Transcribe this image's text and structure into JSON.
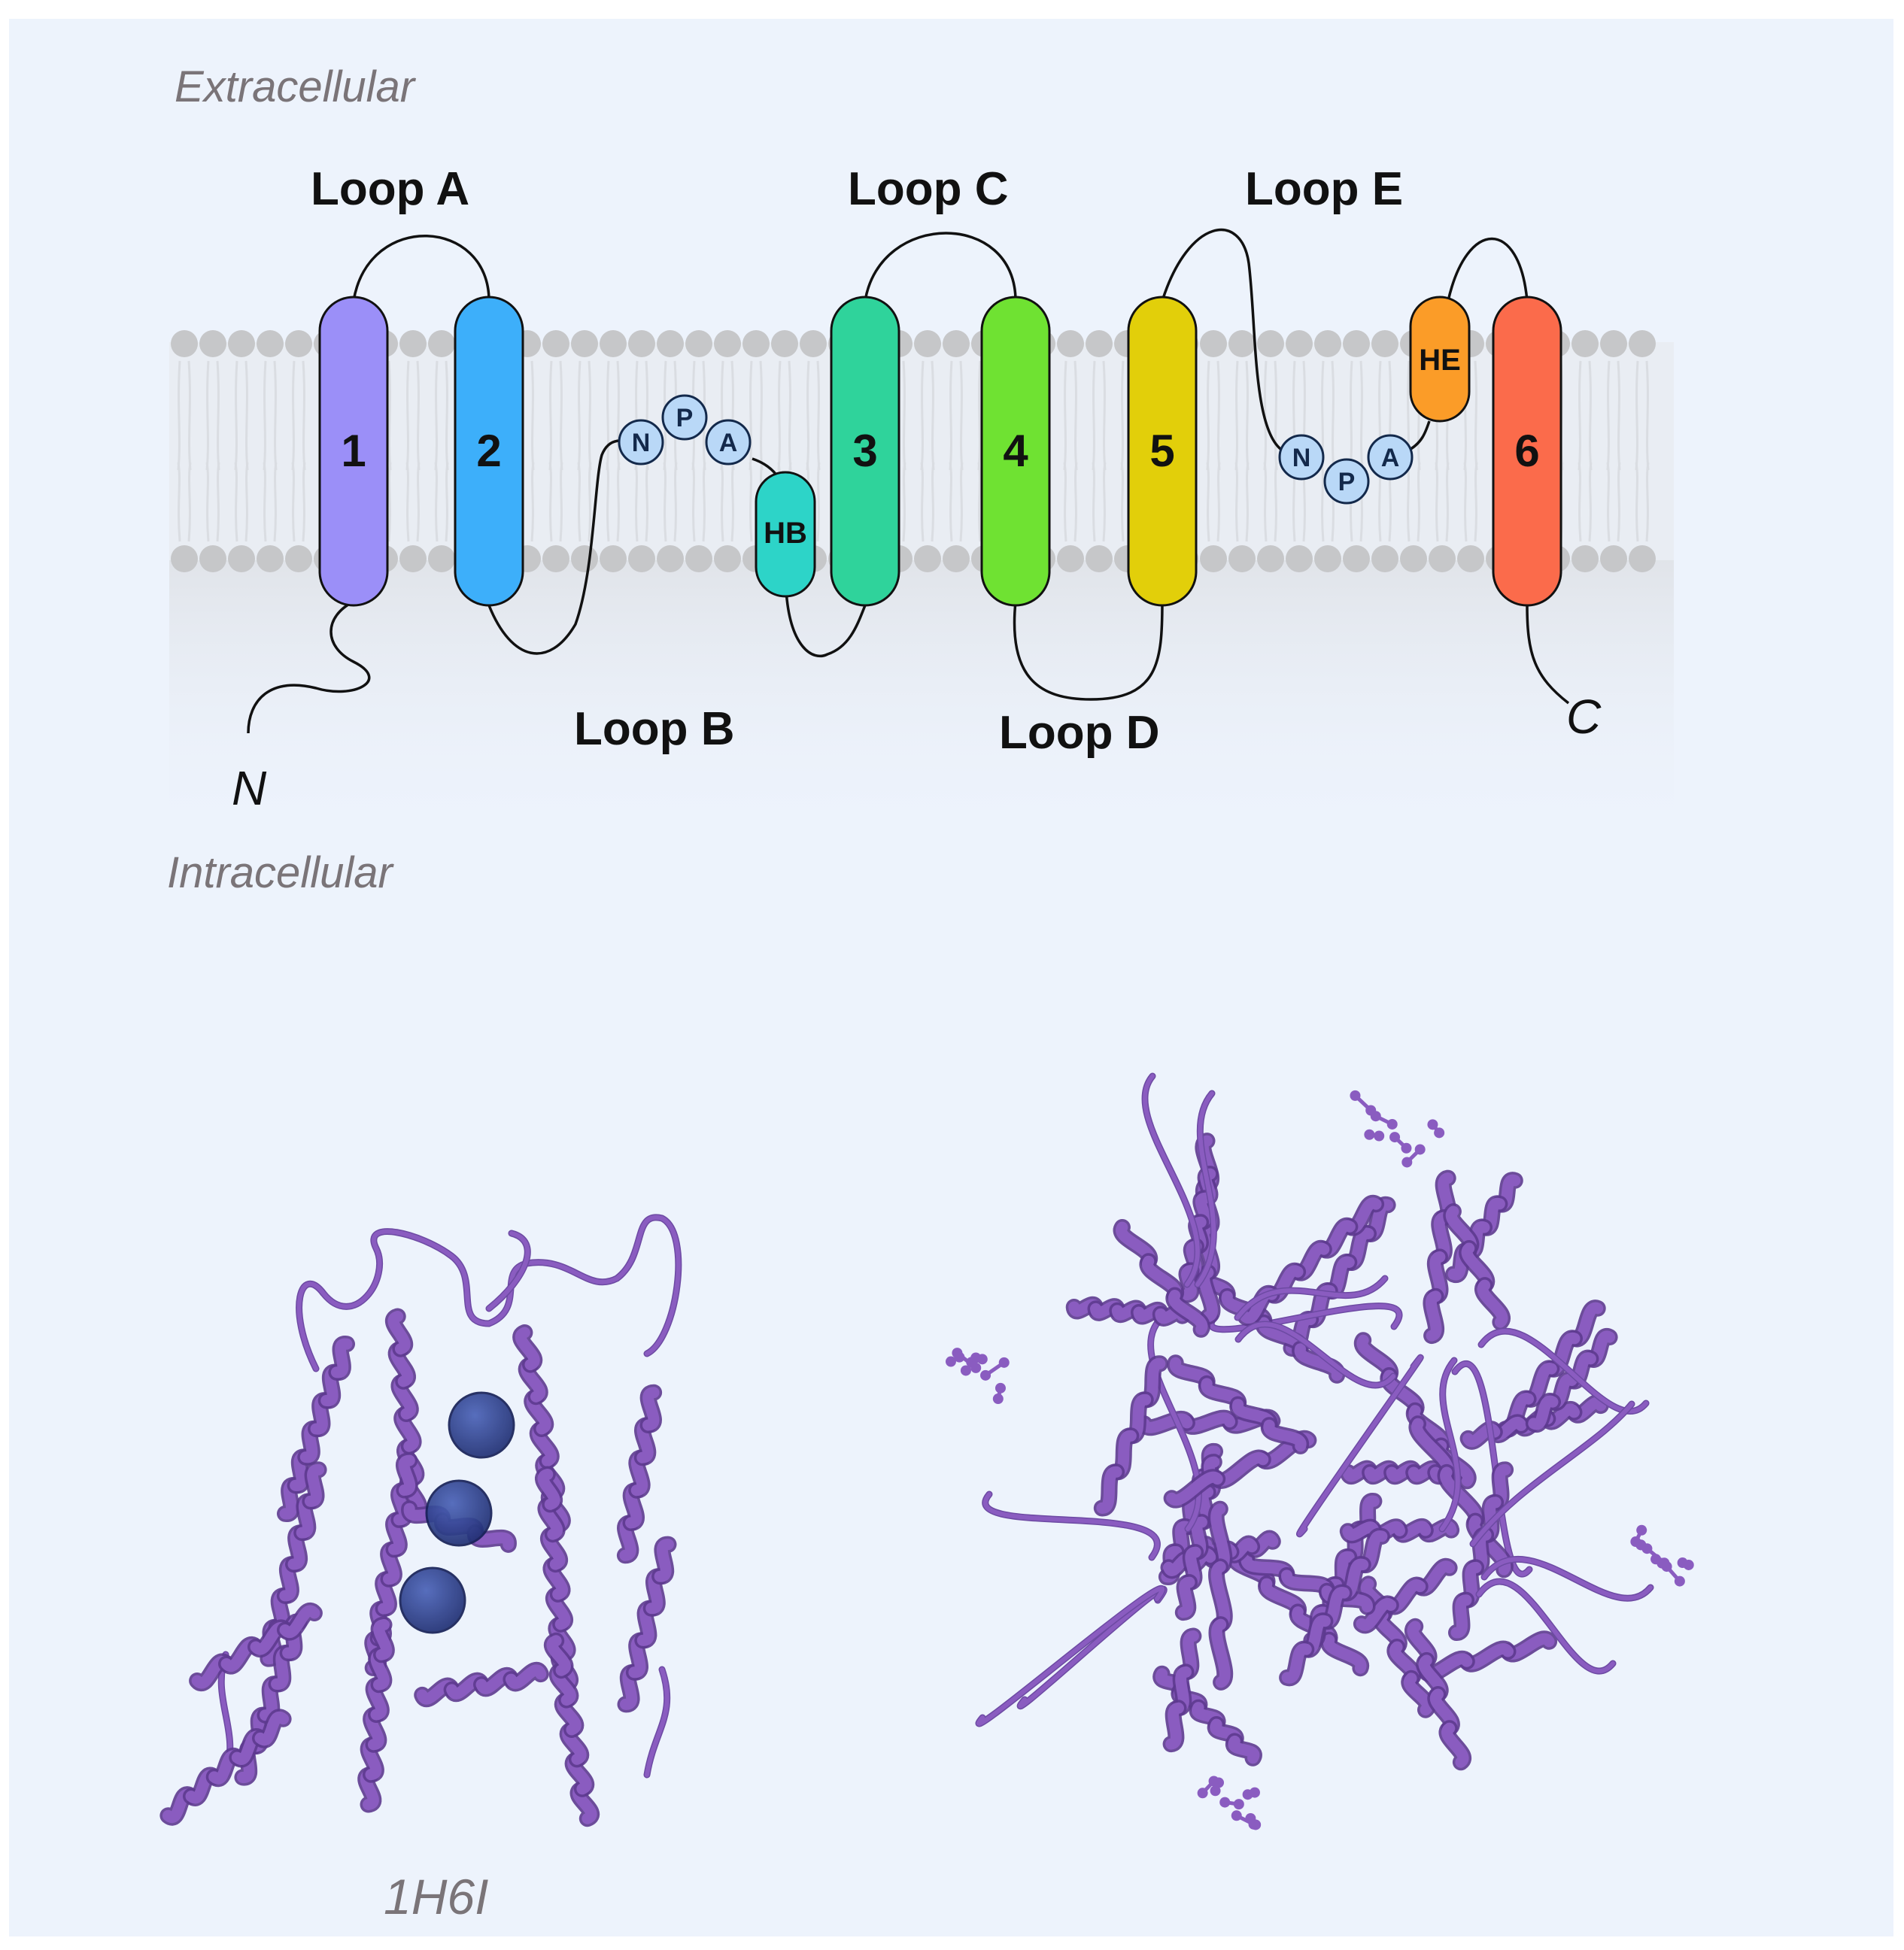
{
  "regions": {
    "extracellular": "Extracellular",
    "intracellular": "Intracellular"
  },
  "termini": {
    "n": "N",
    "c": "C"
  },
  "loops": {
    "a": "Loop A",
    "b": "Loop B",
    "c": "Loop C",
    "d": "Loop D",
    "e": "Loop E"
  },
  "helices": [
    {
      "label": "1",
      "color": "#9b8ff8"
    },
    {
      "label": "2",
      "color": "#3daffa"
    },
    {
      "label": "3",
      "color": "#2fd39b"
    },
    {
      "label": "4",
      "color": "#6fe232"
    },
    {
      "label": "5",
      "color": "#e2cf0a"
    },
    {
      "label": "6",
      "color": "#fb6b4b"
    }
  ],
  "half_helices": {
    "hb": {
      "label": "HB",
      "color": "#2dd4c8"
    },
    "he": {
      "label": "HE",
      "color": "#fb9c28"
    }
  },
  "npa_motif": {
    "n": "N",
    "p": "P",
    "a": "A",
    "color": "#b9d8f7"
  },
  "structure": {
    "pdb_id": "1H6I",
    "protein_color": "#8a5cc0",
    "ion_color": "#2d3f8f"
  },
  "colors": {
    "membrane_head": "#c6c7c9",
    "background": "#edf3fc"
  }
}
